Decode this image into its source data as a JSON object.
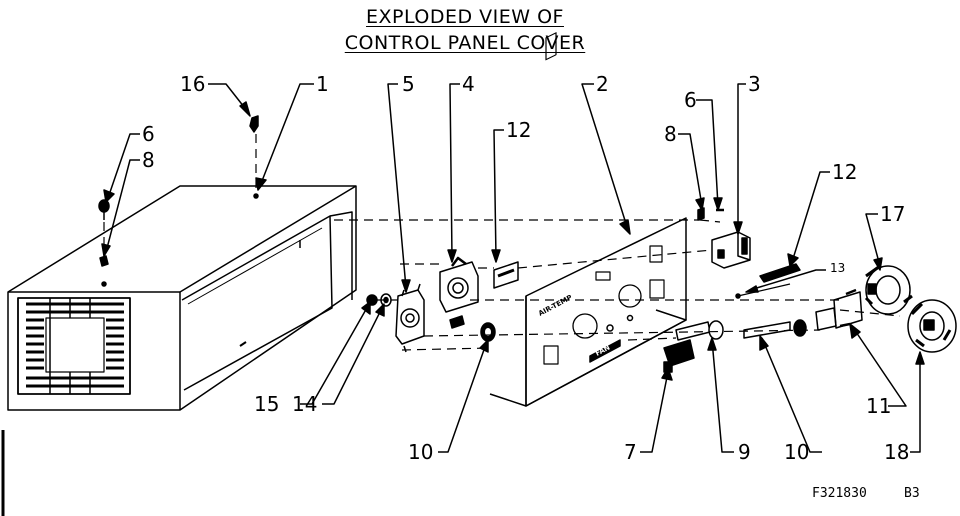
{
  "title": {
    "line1": "EXPLODED VIEW OF",
    "line2": "CONTROL PANEL COVER"
  },
  "callouts": {
    "c16": "16",
    "c1": "1",
    "c5": "5",
    "c4": "4",
    "c2": "2",
    "c3": "3",
    "c6_top": "6",
    "c6_left": "6",
    "c8_left": "8",
    "c8_right": "8",
    "c12_mid": "12",
    "c12_right": "12",
    "c13": "13",
    "c17": "17",
    "c15": "15",
    "c14": "14",
    "c10_left": "10",
    "c7": "7",
    "c9": "9",
    "c10_right": "10",
    "c11": "11",
    "c18": "18"
  },
  "panel_markings": {
    "brand": "AIR-TEMP",
    "bar_text": "FAN"
  },
  "footer": {
    "drawing_number": "F321830",
    "sheet": "B3"
  }
}
